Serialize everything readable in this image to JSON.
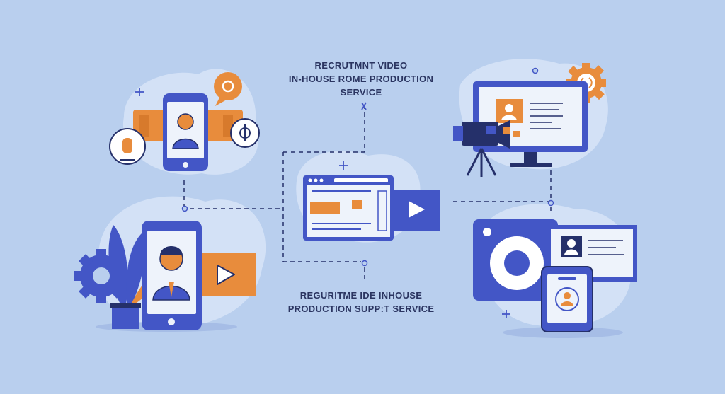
{
  "captions": {
    "top": [
      "RECRUTMNT VIDEO",
      "IN-HOUSE ROME PRODUCTION",
      "SERVICE"
    ],
    "bottom": [
      "REGURITME IDE INHOUSE",
      "PRODUCTION SUPP:T SERVICE"
    ]
  },
  "colors": {
    "background": "#b9cfee",
    "blob": "#d3e1f6",
    "accent_blue": "#4356c6",
    "dark_navy": "#25306a",
    "orange": "#e88c3c",
    "screen": "#eef3fb",
    "white": "#ffffff"
  },
  "icons": [
    "smartphone-profile-icon",
    "chat-bubble-icon",
    "microphone-icon",
    "film-strip-icon",
    "smartphone-video-icon",
    "gear-icon",
    "plant-icon",
    "play-button-icon",
    "browser-window-icon",
    "video-camera-icon",
    "desktop-monitor-icon",
    "camera-lens-icon",
    "profile-card-icon",
    "id-badge-phone-icon"
  ]
}
